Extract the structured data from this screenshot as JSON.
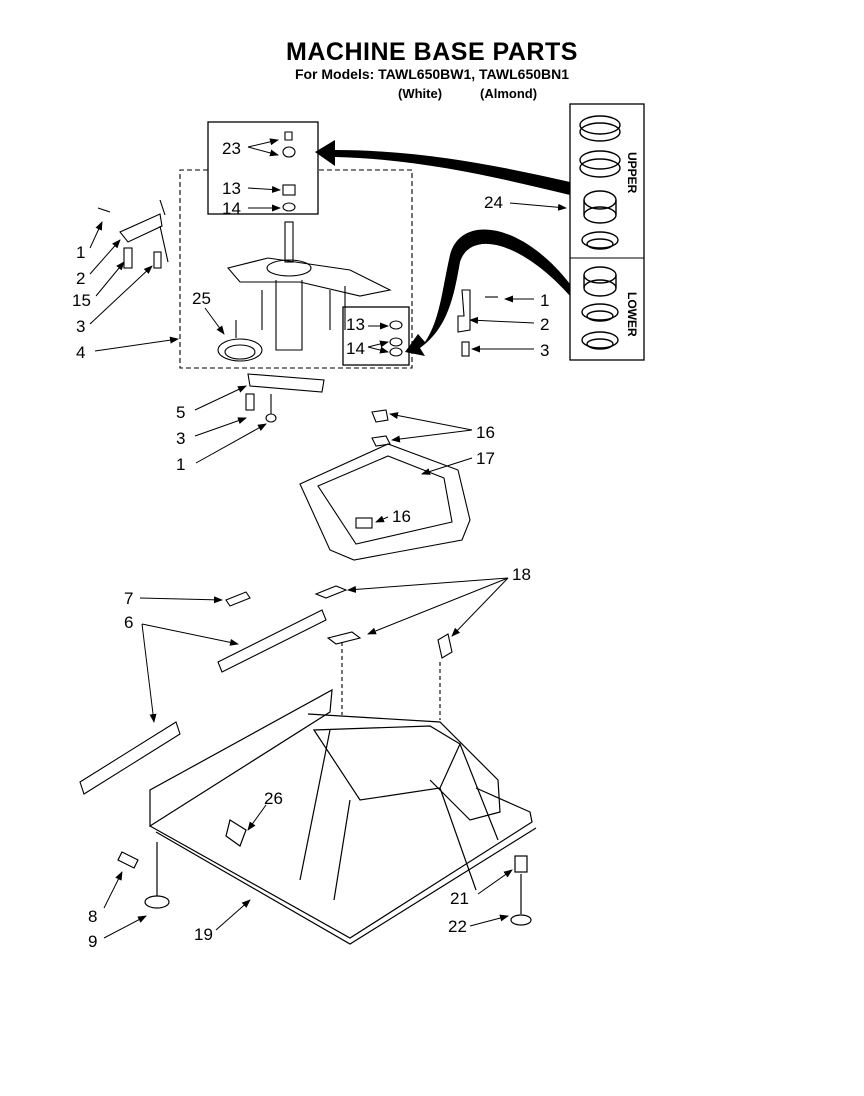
{
  "header": {
    "title": "MACHINE BASE PARTS",
    "subtitle": "For Models: TAWL650BW1, TAWL650BN1",
    "variant_white": "(White)",
    "variant_almond": "(Almond)"
  },
  "callouts": {
    "c1a": "1",
    "c2a": "2",
    "c15": "15",
    "c3a": "3",
    "c4": "4",
    "c25": "25",
    "c23": "23",
    "c13a": "13",
    "c14a": "14",
    "c24": "24",
    "c1b": "1",
    "c2b": "2",
    "c3b": "3",
    "c13b": "13",
    "c14b": "14",
    "c5": "5",
    "c3c": "3",
    "c1c": "1",
    "c16a": "16",
    "c17": "17",
    "c16b": "16",
    "c7": "7",
    "c6": "6",
    "c18": "18",
    "c26": "26",
    "c8": "8",
    "c9": "9",
    "c19": "19",
    "c21": "21",
    "c22": "22"
  },
  "boxes": {
    "upper_label": "UPPER",
    "lower_label": "LOWER"
  }
}
